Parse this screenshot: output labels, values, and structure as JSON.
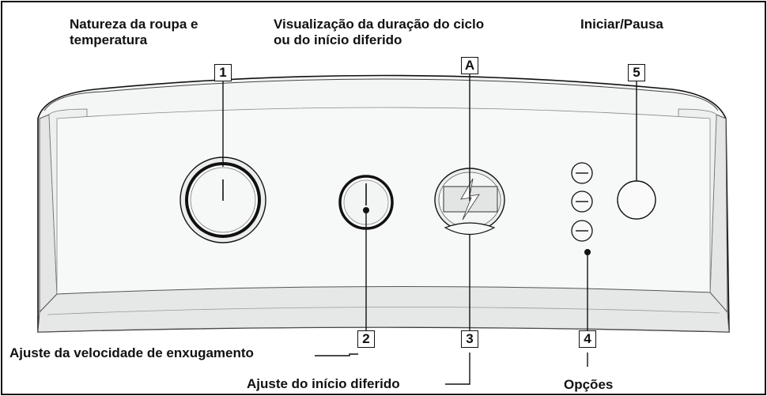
{
  "labels": {
    "natureza_line1": "Natureza da roupa e",
    "natureza_line2": "temperatura",
    "visualizacao_line1": "Visualização da duração do ciclo",
    "visualizacao_line2": "ou do início diferido",
    "iniciar": "Iniciar/Pausa",
    "ajuste_velocidade": "Ajuste da velocidade de enxugamento",
    "ajuste_inicio": "Ajuste do início diferido",
    "opcoes": "Opções"
  },
  "badges": {
    "b1": "1",
    "bA": "A",
    "b5": "5",
    "b2": "2",
    "b3": "3",
    "b4": "4"
  },
  "colors": {
    "outline": "#111111",
    "panel": "#f4f5f5",
    "panel_shade": "#dfe1e1"
  }
}
